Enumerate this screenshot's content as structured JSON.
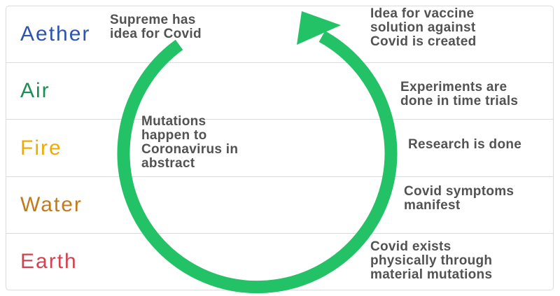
{
  "rows": [
    {
      "label": "Aether",
      "color": "#2c55ad"
    },
    {
      "label": "Air",
      "color": "#1b8f55"
    },
    {
      "label": "Fire",
      "color": "#efab04"
    },
    {
      "label": "Water",
      "color": "#c27a1e"
    },
    {
      "label": "Earth",
      "color": "#d04350"
    }
  ],
  "annotations": {
    "supreme_idea": {
      "text": "Supreme has\nidea for Covid"
    },
    "vaccine_idea": {
      "text": "Idea for vaccine\nsolution against\nCovid is created"
    },
    "experiments": {
      "text": "Experiments are\ndone in time trials"
    },
    "mutations": {
      "text": "Mutations\nhappen to\nCoronavirus in\nabstract"
    },
    "research": {
      "text": "Research is done"
    },
    "symptoms": {
      "text": "Covid symptoms\nmanifest"
    },
    "material": {
      "text": "Covid exists\nphysically through\nmaterial mutations"
    }
  },
  "arrow": {
    "color": "#24c267"
  },
  "colors": {
    "annotation_text": "#525252",
    "table_border": "#dbdbdb",
    "background": "#ffffff"
  }
}
